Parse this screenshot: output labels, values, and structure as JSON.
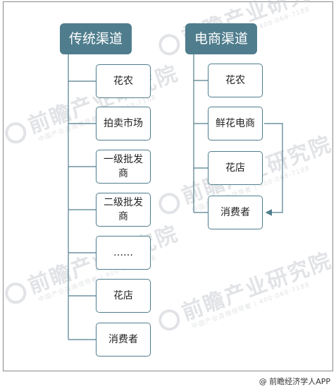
{
  "watermark": {
    "brand": "前瞻产业研究院",
    "sub": "中国产业咨询领导者 | 400-068-7188"
  },
  "traditional": {
    "title": "传统渠道",
    "nodes": [
      "花农",
      "拍卖市场",
      "一级批发商",
      "二级批发商",
      "……",
      "花店",
      "消费者"
    ]
  },
  "ecommerce": {
    "title": "电商渠道",
    "nodes": [
      "花农",
      "鲜花电商",
      "花店",
      "消费者"
    ]
  },
  "credit": "@ 前瞻经济学人APP",
  "colors": {
    "header_bg": "#4f7d8d",
    "node_border": "#4f7d8d",
    "connector": "#4f7d8d"
  }
}
